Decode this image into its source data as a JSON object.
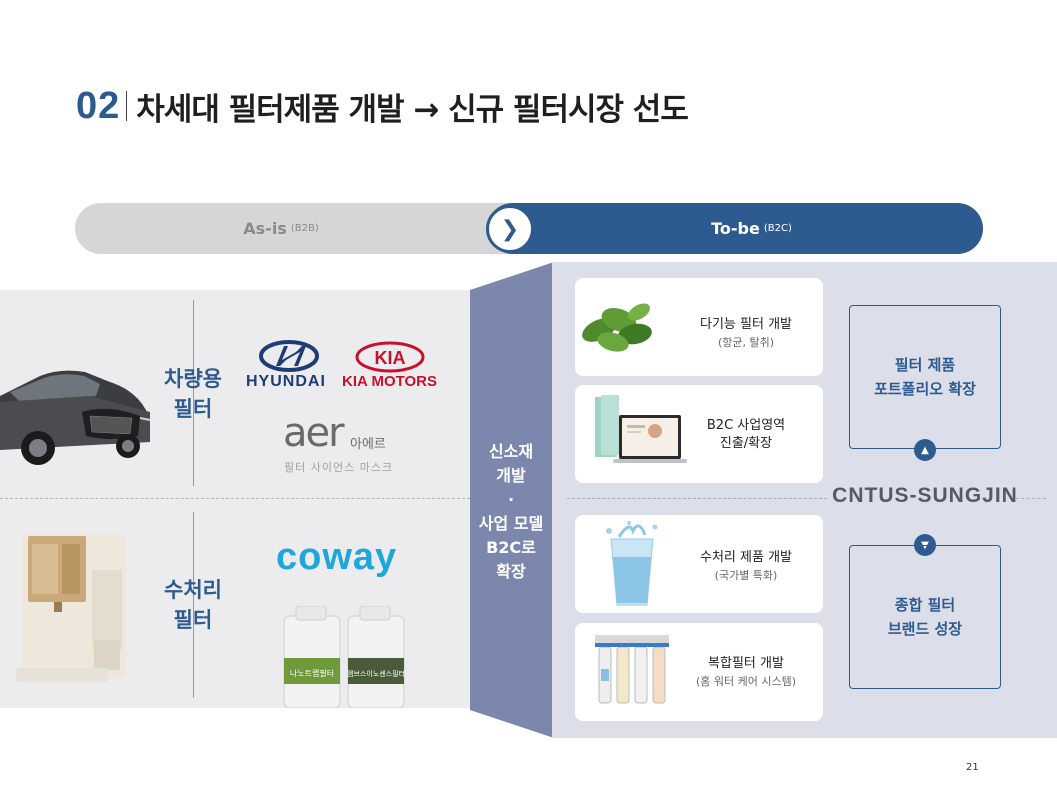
{
  "title": {
    "number": "02",
    "text": "차세대 필터제품 개발 → 신규 필터시장 선도"
  },
  "progress": {
    "asis_label": "As-is",
    "asis_sub": "(B2B)",
    "tobe_label": "To-be",
    "tobe_sub": "(B2C)",
    "arrow": "❯"
  },
  "left": {
    "categories": [
      {
        "label_line1": "차량용",
        "label_line2": "필터"
      },
      {
        "label_line1": "수처리",
        "label_line2": "필터"
      }
    ],
    "logos": {
      "hyundai": "HYUNDAI",
      "kia": "KIA MOTORS",
      "kia_mark": "KIA",
      "aer": "aer",
      "aer_kor": "아에르",
      "aer_sub": "필터 사이언스 마스크",
      "coway": "coway",
      "filter1": "나노트랩필터",
      "filter2": "멤브스이노센스필터"
    }
  },
  "band": {
    "lines": [
      "신소재",
      "개발",
      "·",
      "사업 모델",
      "B2C로",
      "확장"
    ]
  },
  "cards": [
    {
      "title": "다기능 필터 개발",
      "sub": "(항균, 탈취)",
      "icon": "mint-leaves-image"
    },
    {
      "title_line1": "B2C 사업영역",
      "title_line2": "진출/확장",
      "icon": "laptop-image"
    },
    {
      "title": "수처리 제품 개발",
      "sub": "(국가별 특화)",
      "icon": "water-glass-image"
    },
    {
      "title": "복합필터 개발",
      "sub": "(홈 워터 케어 시스템)",
      "icon": "filter-system-image"
    }
  ],
  "goals": [
    {
      "line1": "필터 제품",
      "line2": "포트폴리오 확장"
    },
    {
      "line1": "종합 필터",
      "line2": "브랜드 성장"
    }
  ],
  "brand": "CNTUS-SUNGJIN",
  "page_number": "21",
  "colors": {
    "primary": "#2e5b8f",
    "band": "#7c87ad",
    "right_bg": "#dcdfe9",
    "left_bg": "#ececee"
  }
}
